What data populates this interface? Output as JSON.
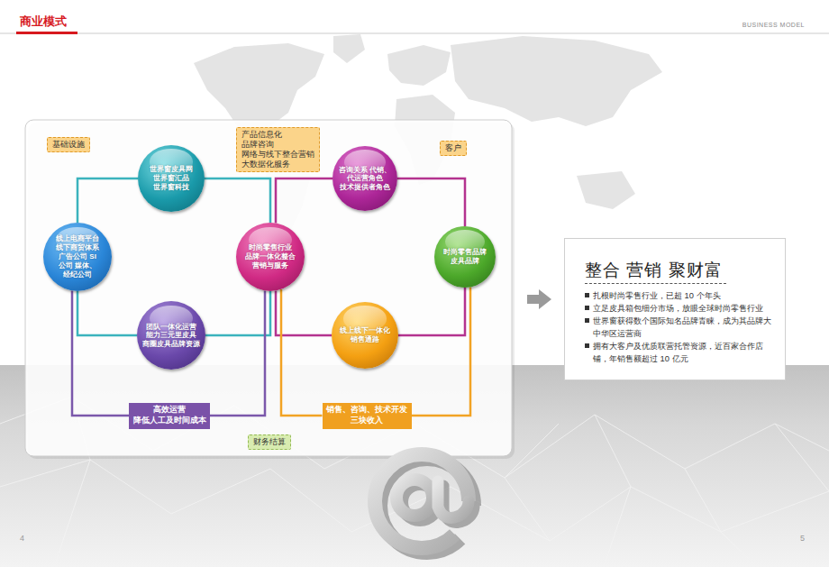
{
  "diagram": {
    "title": "商业模式",
    "nodes": [
      {
        "text": [
          "基础设施"
        ]
      },
      {
        "text": [
          "产品信息化 品牌咨询 网络与线下整合营销 大数据化服务"
        ]
      },
      {
        "text": [
          "客户"
        ]
      },
      {
        "text": [
          "世界窗皮具网 世界窗汇品 世界窗科技"
        ]
      },
      {
        "text": [
          "咨询关系 代销、代运营角色 技术提供者角色"
        ]
      },
      {
        "text": [
          "线上电商平台 线下商贸体系 广告公司 SI 公司 媒体、经纪公司"
        ]
      },
      {
        "text": [
          "时尚零售行业 品牌一体化整合 营销与服务"
        ]
      },
      {
        "text": [
          "时尚零售品牌 皮具品牌"
        ]
      },
      {
        "text": [
          "团队一体化运营 能力三元里皮具 商圈皮具品牌资源"
        ]
      },
      {
        "text": [
          "线上线下一体化 销售通路"
        ]
      },
      {
        "text": [
          "高效运营 降低人工及时间成本"
        ]
      },
      {
        "text": [
          "销售、咨询、技术开发 三块收入"
        ]
      },
      {
        "text": [
          "财务结算"
        ]
      },
      {
        "text": [
          "整合 营销 聚财富",
          "扎根时尚零售行业，已超 10 个年头",
          "立足皮具箱包细分市场，放眼全球时尚零售行业",
          "世界窗获得数个国际知名品牌青睐，成为其品牌大中华区运营商",
          "拥有大客户及优质联营托管资源，近百家合作店铺，年销售额超过 10 亿元"
        ]
      }
    ],
    "edges": [
      {
        "from": 3,
        "to": 5,
        "arrow": "none"
      },
      {
        "from": 3,
        "to": 6,
        "arrow": "none"
      },
      {
        "from": 5,
        "to": 8,
        "arrow": "none"
      },
      {
        "from": 6,
        "to": 8,
        "arrow": "none"
      },
      {
        "from": 5,
        "to": 10,
        "arrow": "none"
      },
      {
        "from": 6,
        "to": 10,
        "arrow": "none"
      },
      {
        "from": 4,
        "to": 6,
        "arrow": "none"
      },
      {
        "from": 4,
        "to": 7,
        "arrow": "none"
      },
      {
        "from": 6,
        "to": 9,
        "arrow": "none"
      },
      {
        "from": 9,
        "to": 7,
        "arrow": "none"
      },
      {
        "from": 6,
        "to": 11,
        "arrow": "none"
      },
      {
        "from": 7,
        "to": 11,
        "arrow": "none"
      }
    ],
    "labels": [
      "BUSINESS MODEL",
      "4",
      "5"
    ]
  }
}
